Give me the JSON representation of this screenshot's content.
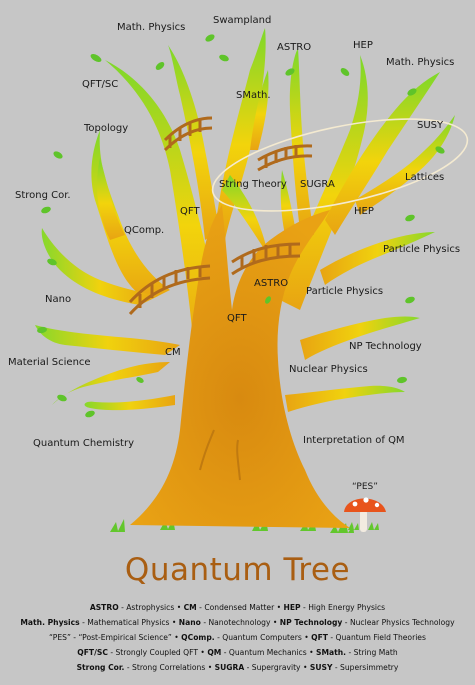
{
  "title": "Quantum Tree",
  "labels": {
    "swampland": "Swampland",
    "math_physics_left": "Math. Physics",
    "qft_sc": "QFT/SC",
    "topology": "Topology",
    "strong_cor": "Strong Cor.",
    "qcomp": "QComp.",
    "nano": "Nano",
    "material_science": "Material Science",
    "quantum_chemistry": "Quantum Chemistry",
    "astro_top": "ASTRO",
    "hep_top": "HEP",
    "math_physics_right": "Math. Physics",
    "smath": "SMath.",
    "susy": "SUSY",
    "string_theory": "String Theory",
    "sugra": "SUGRA",
    "lattices": "Lattices",
    "qft_upper": "QFT",
    "hep_mid": "HEP",
    "particle_physics_right": "Particle Physics",
    "astro_mid": "ASTRO",
    "particle_physics_mid": "Particle Physics",
    "qft_lower": "QFT",
    "cm": "CM",
    "np_technology": "NP Technology",
    "nuclear_physics": "Nuclear Physics",
    "interpretation_qm": "Interpretation of QM",
    "pes": "“PES”"
  },
  "legend": [
    [
      {
        "abbr": "ASTRO",
        "desc": " - Astrophysics"
      },
      {
        "abbr": "CM",
        "desc": " - Condensed Matter"
      },
      {
        "abbr": "HEP",
        "desc": " - High Energy Physics"
      }
    ],
    [
      {
        "abbr": "Math. Physics",
        "desc": " - Mathematical Physics"
      },
      {
        "abbr": "Nano",
        "desc": " - Nanotechnology"
      },
      {
        "abbr": "NP Technology",
        "desc": " - Nuclear Physics Technology"
      }
    ],
    [
      {
        "abbr": "",
        "desc": "“PES” - “Post-Empirical Science”"
      },
      {
        "abbr": "QComp.",
        "desc": " - Quantum Computers"
      },
      {
        "abbr": "QFT",
        "desc": " - Quantum Field Theories"
      }
    ],
    [
      {
        "abbr": "QFT/SC",
        "desc": " - Strongly Coupled QFT"
      },
      {
        "abbr": "QM",
        "desc": " - Quantum Mechanics"
      },
      {
        "abbr": "SMath.",
        "desc": " - String Math"
      }
    ],
    [
      {
        "abbr": "Strong Cor.",
        "desc": " - Strong Correlations"
      },
      {
        "abbr": "SUGRA",
        "desc": " - Supergravity"
      },
      {
        "abbr": "SUSY",
        "desc": " - Supersimmetry"
      }
    ]
  ],
  "colors": {
    "background": "#c6c6c6",
    "trunk": "#e39a12",
    "branch_mid": "#f0d60a",
    "branch_tip": "#6fd828",
    "bridge": "#b06a1c",
    "title": "#a95e12",
    "halo": "#f4ead0",
    "mushroom_cap": "#e8541c"
  }
}
